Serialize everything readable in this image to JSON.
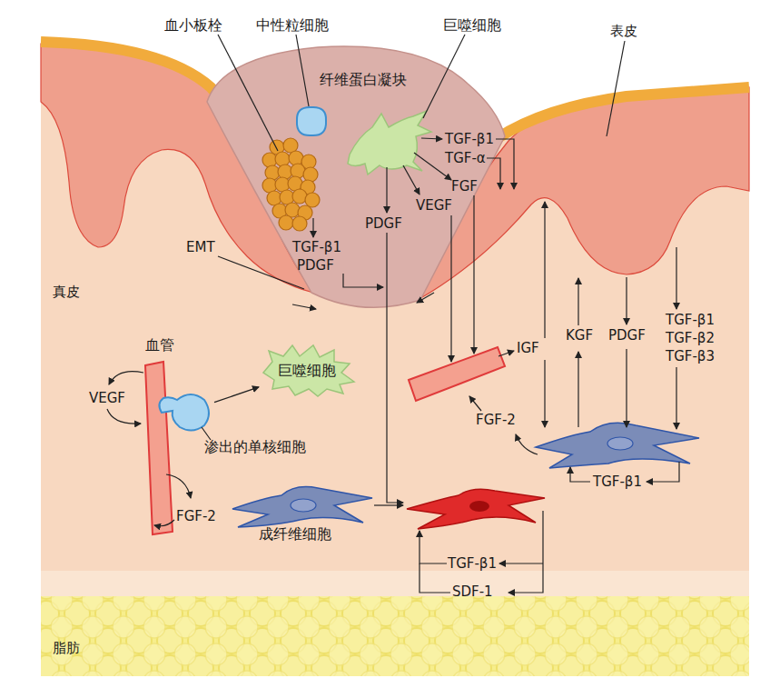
{
  "diagram": {
    "nodes": [
      {
        "text": [
          "纤维蛋白凝块"
        ]
      },
      {
        "text": [
          "中性粒细胞"
        ],
        "in": 0
      },
      {
        "text": [
          "血小板栓"
        ],
        "in": 0
      },
      {
        "text": [
          "巨噬细胞"
        ],
        "in": 0
      },
      {
        "text": [
          "血管"
        ]
      },
      {
        "text": [
          "渗出的单核细胞"
        ]
      },
      {
        "text": [
          "巨噬细胞"
        ]
      },
      {
        "text": [
          "成纤维细胞"
        ]
      }
    ],
    "edges": [
      {
        "from": 5,
        "to": 6,
        "arrow": "to"
      }
    ],
    "labels": [
      "表皮",
      "TGF-β1",
      "TGF-α",
      "FGF",
      "VEGF",
      "PDGF",
      "TGF-β1",
      "PDGF",
      "EMT",
      "真皮",
      "VEGF",
      "FGF-2",
      "IGF",
      "KGF",
      "PDGF",
      "TGF-β1",
      "TGF-β2",
      "TGF-β3",
      "FGF-2",
      "TGF-β1",
      "TGF-β1",
      "SDF-1",
      "脂肪"
    ]
  }
}
